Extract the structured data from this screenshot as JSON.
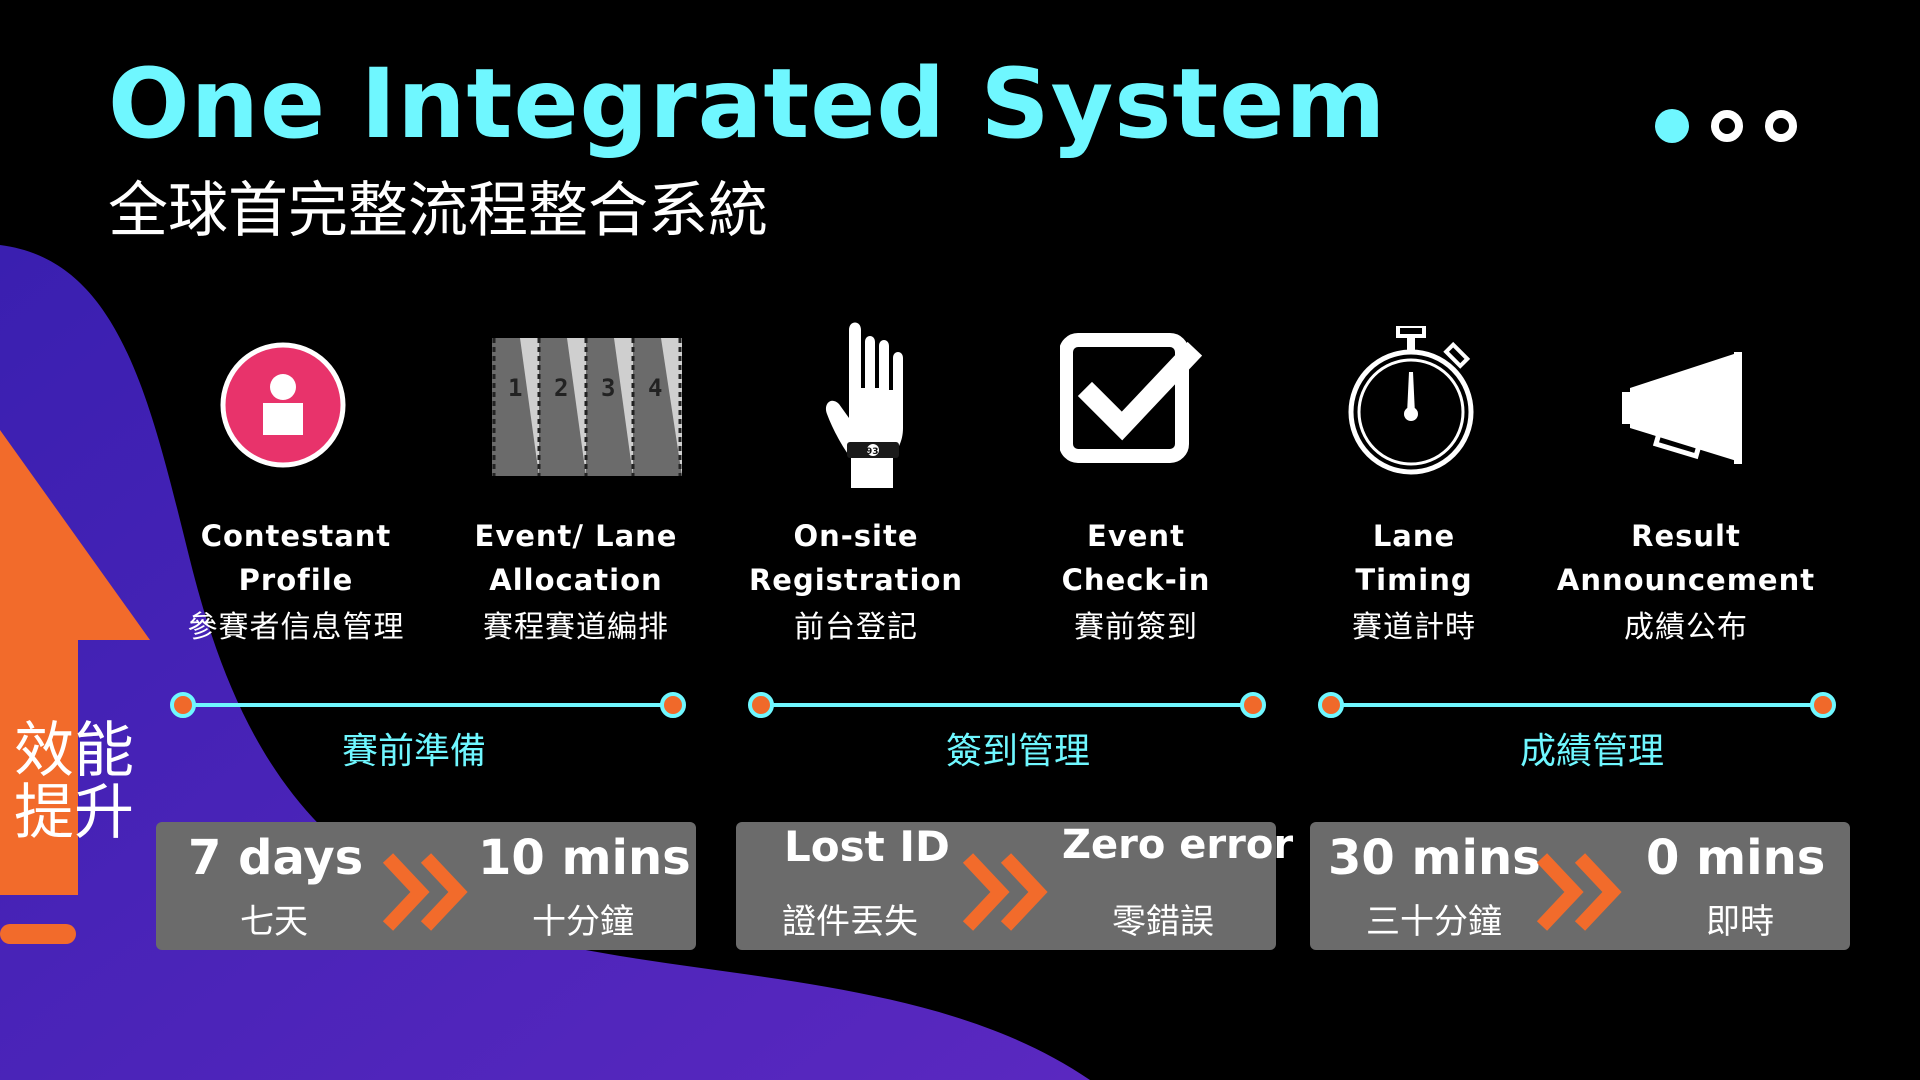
{
  "title": "One Integrated System",
  "subtitle": "全球首完整流程整合系統",
  "side_label": [
    "效能",
    "提升"
  ],
  "steps": [
    {
      "en": "Contestant\nProfile",
      "zh": "參賽者信息管理"
    },
    {
      "en": "Event/ Lane\nAllocation",
      "zh": "賽程賽道編排"
    },
    {
      "en": "On-site\nRegistration",
      "zh": "前台登記"
    },
    {
      "en": "Event\nCheck-in",
      "zh": "賽前簽到"
    },
    {
      "en": "Lane\nTiming",
      "zh": "賽道計時"
    },
    {
      "en": "Result\nAnnouncement",
      "zh": "成績公布"
    }
  ],
  "allocation_icon_numbers": [
    "1",
    "2",
    "3",
    "4"
  ],
  "wristband_number": "93",
  "phases": [
    "賽前準備",
    "簽到管理",
    "成績管理"
  ],
  "metrics": [
    {
      "from_en": "7 days",
      "from_zh": "七天",
      "to_en": "10 mins",
      "to_zh": "十分鐘"
    },
    {
      "from_en": "Lost ID",
      "from_zh": "證件丟失",
      "to_en": "Zero error",
      "to_zh": "零錯誤"
    },
    {
      "from_en": "30 mins",
      "from_zh": "三十分鐘",
      "to_en": "0 mins",
      "to_zh": "即時"
    }
  ],
  "colors": {
    "accent_cyan": "#6ff7ff",
    "accent_orange": "#f0692a",
    "purple": "#4f22b8",
    "profile_pink": "#e8336b",
    "metric_bg": "#6b6b6b"
  },
  "icons": [
    "profile-icon",
    "lane-allocation-icon",
    "wristband-hand-icon",
    "checkbox-icon",
    "stopwatch-icon",
    "megaphone-icon",
    "double-chevron-icon"
  ]
}
